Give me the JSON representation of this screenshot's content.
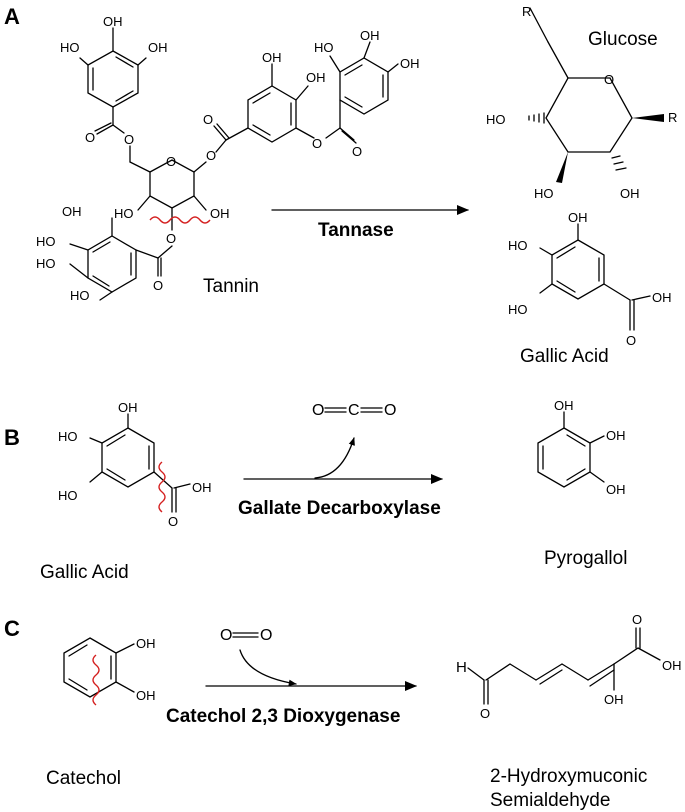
{
  "panels": {
    "a": "A",
    "b": "B",
    "c": "C"
  },
  "reactions": {
    "a": {
      "enzyme": "Tannase",
      "substrate": "Tannin",
      "product1": "Glucose",
      "product2": "Gallic Acid"
    },
    "b": {
      "enzyme": "Gallate Decarboxylase",
      "substrate": "Gallic Acid",
      "product": "Pyrogallol"
    },
    "c": {
      "enzyme": "Catechol 2,3 Dioxygenase",
      "substrate": "Catechol",
      "product_line1": "2-Hydroxymuconic",
      "product_line2": "Semialdehyde"
    }
  },
  "atoms": {
    "oh": "OH",
    "ho": "HO",
    "o": "O",
    "r": "R",
    "h": "H",
    "c": "C",
    "ho_hashed": "HO",
    "co2_o": "O",
    "o2_o": "O"
  },
  "colors": {
    "cleavage": "#d42020",
    "ink": "#000000"
  }
}
